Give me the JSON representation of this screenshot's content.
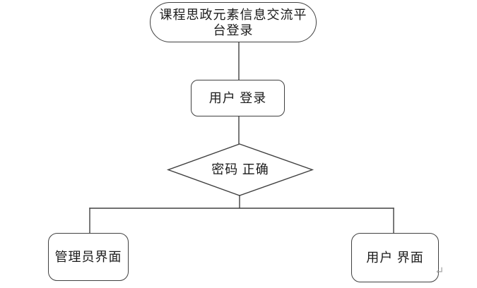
{
  "diagram": {
    "type": "flowchart",
    "background_color": "#ffffff",
    "stroke_color": "#404040",
    "text_color": "#1a1a1a",
    "nodes": {
      "start": {
        "shape": "stadium",
        "lines": [
          "课程思政元素信息交流平",
          "台登录"
        ]
      },
      "login": {
        "shape": "rounded-rect",
        "text": "用户 登录"
      },
      "decision": {
        "shape": "diamond",
        "text": "密码 正确"
      },
      "admin": {
        "shape": "rounded-rect",
        "text": "管理员界面"
      },
      "user": {
        "shape": "rounded-rect",
        "text": "用户 界面"
      }
    },
    "return_mark": {
      "glyph": "↵",
      "color": "#a6a6a6"
    }
  }
}
